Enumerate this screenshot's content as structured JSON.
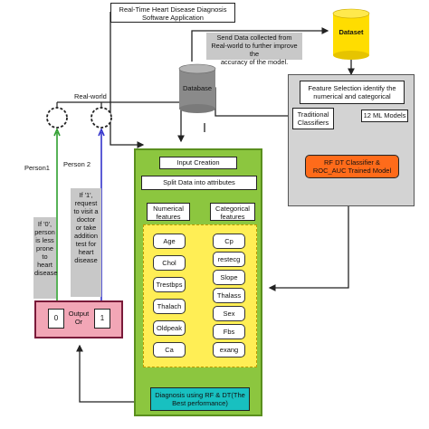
{
  "title": {
    "line1": "Real-Time Heart Disease Diagnosis",
    "line2": "Software Application"
  },
  "send_note": {
    "line1": "Send Data collected from",
    "line2": "Real-world to further improve the",
    "line3": "accuracy of the model."
  },
  "dataset_label": "Dataset",
  "database_label": "Database",
  "real_world_label": "Real-world",
  "person1_label": "Person1",
  "person2_label": "Person 2",
  "note_zero": {
    "line1": "If '0',",
    "line2": "person",
    "line3": "is less",
    "line4": "prone to",
    "line5": "heart",
    "line6": "disease"
  },
  "note_one": {
    "line1": "If '1',",
    "line2": "request",
    "line3": "to visit a",
    "line4": "doctor",
    "line5": "or take",
    "line6": "addition",
    "line7": "test for",
    "line8": "heart",
    "line9": "disease"
  },
  "output": {
    "zero": "0",
    "one": "1",
    "label_line1": "Output",
    "label_line2": "Or"
  },
  "input_creation": {
    "title": "Input Creation",
    "split": "Split Data into attributes",
    "numerical_header": {
      "line1": "Numerical",
      "line2": "features"
    },
    "categorical_header": {
      "line1": "Categorical",
      "line2": "features"
    },
    "numerical": [
      "Age",
      "Chol",
      "Trestbps",
      "Thalach",
      "Oldpeak",
      "Ca"
    ],
    "categorical": [
      "Cp",
      "restecg",
      "Slope",
      "Thalass",
      "Sex",
      "Fbs",
      "exang"
    ]
  },
  "diagnosis": {
    "line1": "Diagnosis using RF & DT(The",
    "line2": "Best performance)"
  },
  "feature_selection": {
    "line1": "Feature Selection identify the",
    "line2": "numerical and categorical"
  },
  "traditional": {
    "line1": "Traditional",
    "line2": "Classifiers"
  },
  "ml_models": "12 ML Models",
  "trained_model": {
    "line1": "RF DT Classifier &",
    "line2": "ROC_AUC Trained Model"
  },
  "colors": {
    "green_panel": "#8cc63f",
    "green_border": "#5a8f1e",
    "yellow_box": "#ffee55",
    "dataset_yellow": "#ffdd00",
    "gray_panel": "#d3d3d3",
    "orange": "#ff6b1a",
    "output_pink": "#f2a6b6",
    "output_border": "#7a1a3a",
    "diagnosis_cyan": "#18c0c0",
    "person1_line": "#2e9e2e",
    "person2_line": "#3333cc"
  }
}
